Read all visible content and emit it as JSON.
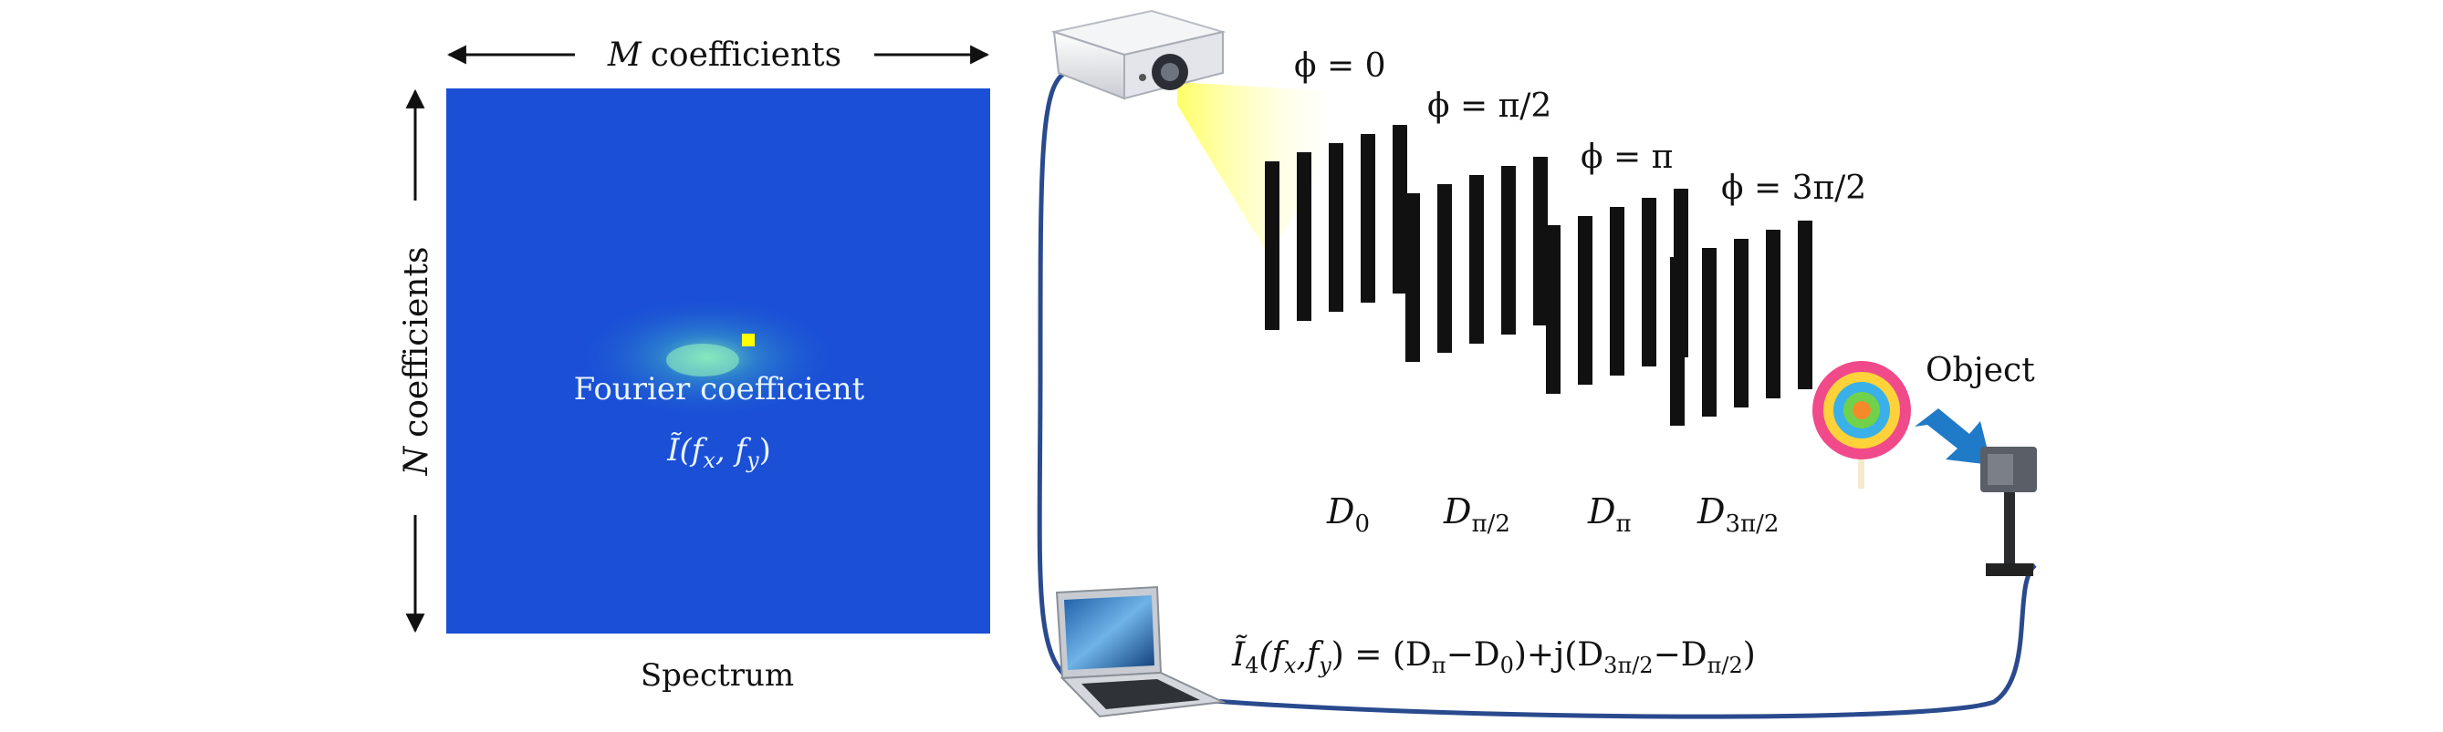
{
  "spectrum": {
    "width_label_var": "M",
    "width_label_text": "coefficients",
    "height_label_var": "N",
    "height_label_text": "coefficients",
    "caption": "Spectrum",
    "coef_label": "Fourier coefficient",
    "coef_symbol": "Ĩ(f",
    "coef_x": "x",
    "coef_sep": ", f",
    "coef_y": "y",
    "coef_close": ")",
    "bg_color": "#1a4fd6",
    "marker_color": "#ffff00"
  },
  "patterns": {
    "phases": [
      {
        "label": "ϕ = 0",
        "d_main": "D",
        "d_sub": "0"
      },
      {
        "label": "ϕ = π/2",
        "d_main": "D",
        "d_sub": "π/2"
      },
      {
        "label": "ϕ = π",
        "d_main": "D",
        "d_sub": "π"
      },
      {
        "label": "ϕ = 3π/2",
        "d_main": "D",
        "d_sub": "3π/2"
      }
    ]
  },
  "object_label": "Object",
  "formula": {
    "lhs_I": "Ĩ",
    "lhs_sub": "4",
    "lhs_args": "(f",
    "fx_sub": "x",
    "comma": ",f",
    "fy_sub": "y",
    "eq": ") = (D",
    "pi_sub": "π",
    "minus_d": "−D",
    "zero_sub": "0",
    "plus_j": ")+j(D",
    "threepi_sub": "3π/2",
    "minus_d2": "−D",
    "pihalf_sub": "π/2",
    "close": ")"
  },
  "colors": {
    "cable": "#2a4a8e",
    "stripe": "#111111",
    "light": "#ffff66"
  }
}
